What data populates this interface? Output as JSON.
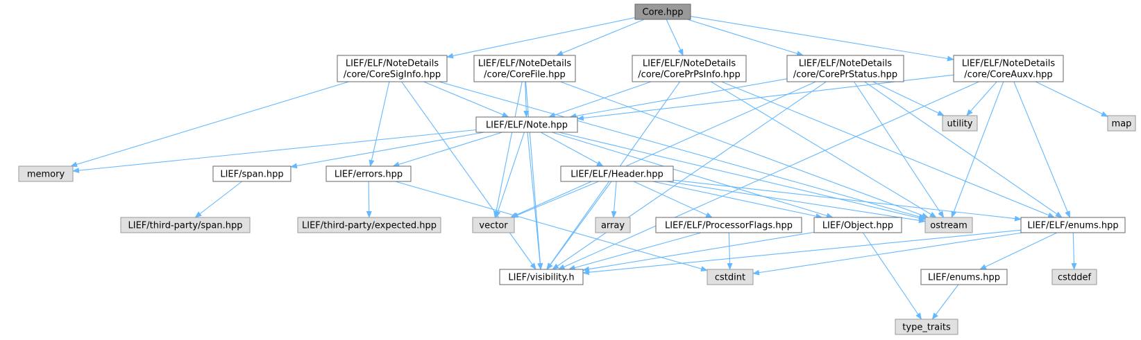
{
  "colors": {
    "root_fill": "#999999",
    "node_fill": "#ffffff",
    "node_border": "#666666",
    "external_fill": "#e0e0e0",
    "external_border": "#999999",
    "edge": "#63b8ff"
  },
  "nodes": {
    "core": {
      "lines": [
        "Core.hpp"
      ],
      "kind": "root"
    },
    "sig": {
      "lines": [
        "LIEF/ELF/NoteDetails",
        "/core/CoreSigInfo.hpp"
      ],
      "kind": "file"
    },
    "file": {
      "lines": [
        "LIEF/ELF/NoteDetails",
        "/core/CoreFile.hpp"
      ],
      "kind": "file"
    },
    "psinfo": {
      "lines": [
        "LIEF/ELF/NoteDetails",
        "/core/CorePrPsInfo.hpp"
      ],
      "kind": "file"
    },
    "prstatus": {
      "lines": [
        "LIEF/ELF/NoteDetails",
        "/core/CorePrStatus.hpp"
      ],
      "kind": "file"
    },
    "auxv": {
      "lines": [
        "LIEF/ELF/NoteDetails",
        "/core/CoreAuxv.hpp"
      ],
      "kind": "file"
    },
    "note": {
      "lines": [
        "LIEF/ELF/Note.hpp"
      ],
      "kind": "file"
    },
    "utility": {
      "lines": [
        "utility"
      ],
      "kind": "external"
    },
    "map": {
      "lines": [
        "map"
      ],
      "kind": "external"
    },
    "memory": {
      "lines": [
        "memory"
      ],
      "kind": "external"
    },
    "span": {
      "lines": [
        "LIEF/span.hpp"
      ],
      "kind": "file"
    },
    "errors": {
      "lines": [
        "LIEF/errors.hpp"
      ],
      "kind": "file"
    },
    "header": {
      "lines": [
        "LIEF/ELF/Header.hpp"
      ],
      "kind": "file"
    },
    "tpspan": {
      "lines": [
        "LIEF/third-party/span.hpp"
      ],
      "kind": "external"
    },
    "tpexpected": {
      "lines": [
        "LIEF/third-party/expected.hpp"
      ],
      "kind": "external"
    },
    "vector": {
      "lines": [
        "vector"
      ],
      "kind": "external"
    },
    "array": {
      "lines": [
        "array"
      ],
      "kind": "external"
    },
    "procflags": {
      "lines": [
        "LIEF/ELF/ProcessorFlags.hpp"
      ],
      "kind": "file"
    },
    "object": {
      "lines": [
        "LIEF/Object.hpp"
      ],
      "kind": "file"
    },
    "ostream": {
      "lines": [
        "ostream"
      ],
      "kind": "external"
    },
    "elfenums": {
      "lines": [
        "LIEF/ELF/enums.hpp"
      ],
      "kind": "file"
    },
    "visibility": {
      "lines": [
        "LIEF/visibility.h"
      ],
      "kind": "file"
    },
    "cstdint": {
      "lines": [
        "cstdint"
      ],
      "kind": "external"
    },
    "enums": {
      "lines": [
        "LIEF/enums.hpp"
      ],
      "kind": "file"
    },
    "cstddef": {
      "lines": [
        "cstddef"
      ],
      "kind": "external"
    },
    "typetraits": {
      "lines": [
        "type_traits"
      ],
      "kind": "external"
    }
  },
  "edges": [
    [
      "core",
      "sig"
    ],
    [
      "core",
      "file"
    ],
    [
      "core",
      "psinfo"
    ],
    [
      "core",
      "prstatus"
    ],
    [
      "core",
      "auxv"
    ],
    [
      "sig",
      "note"
    ],
    [
      "sig",
      "errors"
    ],
    [
      "sig",
      "memory"
    ],
    [
      "sig",
      "visibility"
    ],
    [
      "sig",
      "ostream"
    ],
    [
      "file",
      "note"
    ],
    [
      "file",
      "vector"
    ],
    [
      "file",
      "visibility"
    ],
    [
      "file",
      "ostream"
    ],
    [
      "psinfo",
      "note"
    ],
    [
      "psinfo",
      "visibility"
    ],
    [
      "psinfo",
      "ostream"
    ],
    [
      "psinfo",
      "elfenums"
    ],
    [
      "prstatus",
      "note"
    ],
    [
      "prstatus",
      "utility"
    ],
    [
      "prstatus",
      "vector"
    ],
    [
      "prstatus",
      "visibility"
    ],
    [
      "prstatus",
      "ostream"
    ],
    [
      "prstatus",
      "elfenums"
    ],
    [
      "auxv",
      "note"
    ],
    [
      "auxv",
      "utility"
    ],
    [
      "auxv",
      "map"
    ],
    [
      "auxv",
      "ostream"
    ],
    [
      "auxv",
      "elfenums"
    ],
    [
      "auxv",
      "visibility"
    ],
    [
      "note",
      "memory"
    ],
    [
      "note",
      "span"
    ],
    [
      "note",
      "errors"
    ],
    [
      "note",
      "header"
    ],
    [
      "note",
      "vector"
    ],
    [
      "note",
      "visibility"
    ],
    [
      "note",
      "ostream"
    ],
    [
      "note",
      "object"
    ],
    [
      "span",
      "tpspan"
    ],
    [
      "errors",
      "tpexpected"
    ],
    [
      "errors",
      "cstdint"
    ],
    [
      "header",
      "vector"
    ],
    [
      "header",
      "array"
    ],
    [
      "header",
      "procflags"
    ],
    [
      "header",
      "object"
    ],
    [
      "header",
      "ostream"
    ],
    [
      "header",
      "elfenums"
    ],
    [
      "header",
      "visibility"
    ],
    [
      "procflags",
      "visibility"
    ],
    [
      "procflags",
      "cstdint"
    ],
    [
      "object",
      "visibility"
    ],
    [
      "object",
      "typetraits"
    ],
    [
      "elfenums",
      "visibility"
    ],
    [
      "elfenums",
      "cstdint"
    ],
    [
      "elfenums",
      "enums"
    ],
    [
      "elfenums",
      "cstddef"
    ],
    [
      "enums",
      "typetraits"
    ]
  ]
}
